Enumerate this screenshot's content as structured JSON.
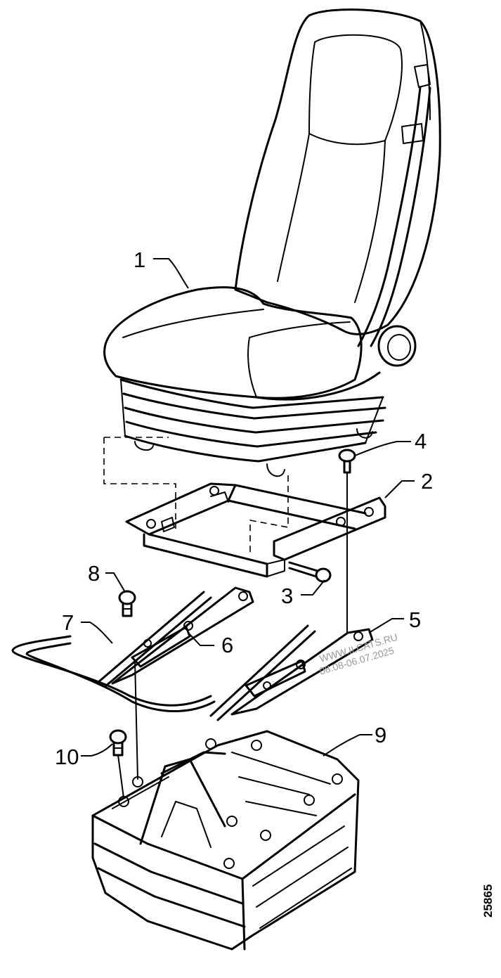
{
  "callouts": [
    {
      "id": "1",
      "label": "1"
    },
    {
      "id": "2",
      "label": "2"
    },
    {
      "id": "3",
      "label": "3"
    },
    {
      "id": "4",
      "label": "4"
    },
    {
      "id": "5",
      "label": "5"
    },
    {
      "id": "6",
      "label": "6"
    },
    {
      "id": "7",
      "label": "7"
    },
    {
      "id": "8",
      "label": "8"
    },
    {
      "id": "9",
      "label": "9"
    },
    {
      "id": "10",
      "label": "10"
    }
  ],
  "watermark": {
    "line1": "WWW.ILCATS.RU",
    "line2": "08.08-06.07.2025"
  },
  "drawing_number": "25865"
}
